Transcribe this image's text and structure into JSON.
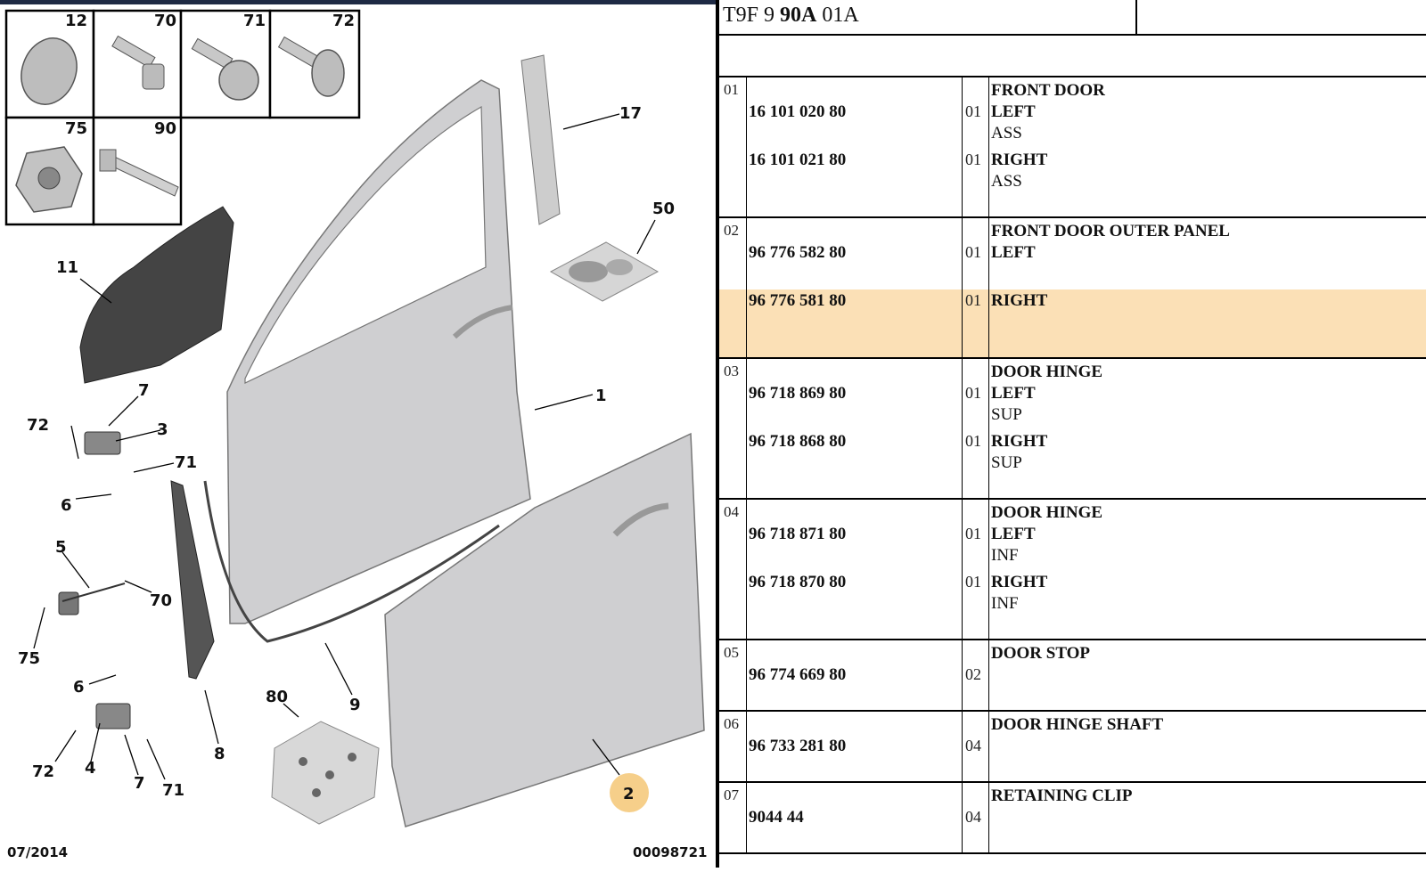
{
  "header": {
    "prefix": "T9F 9 ",
    "bold": "90A",
    "suffix": " 01A"
  },
  "diagram": {
    "date": "07/2014",
    "ref_number": "00098721",
    "callouts": [
      "12",
      "70",
      "71",
      "72",
      "75",
      "90",
      "11",
      "17",
      "50",
      "7",
      "72",
      "3",
      "71",
      "6",
      "1",
      "5",
      "70",
      "75",
      "6",
      "72",
      "4",
      "7",
      "71",
      "8",
      "80",
      "9",
      "2"
    ]
  },
  "rows": [
    {
      "ref": "01",
      "height": 158,
      "lines": [
        {
          "pn": "",
          "qty": "",
          "desc": "FRONT DOOR"
        },
        {
          "pn": "16 101 020 80",
          "qty": "01",
          "desc": "LEFT"
        },
        {
          "pn": "",
          "qty": "",
          "desc": "ASS"
        },
        {
          "pn": "16 101 021 80",
          "qty": "01",
          "desc": "RIGHT"
        },
        {
          "pn": "",
          "qty": "",
          "desc": "ASS"
        }
      ]
    },
    {
      "ref": "02",
      "height": 158,
      "highlight": true,
      "lines": [
        {
          "pn": "",
          "qty": "",
          "desc": "FRONT DOOR OUTER PANEL"
        },
        {
          "pn": "96 776 582 80",
          "qty": "01",
          "desc": "LEFT"
        },
        {
          "pn": "",
          "qty": "",
          "desc": ""
        },
        {
          "pn": "96 776 581 80",
          "qty": "01",
          "desc": "RIGHT"
        }
      ]
    },
    {
      "ref": "03",
      "height": 158,
      "lines": [
        {
          "pn": "",
          "qty": "",
          "desc": "DOOR HINGE"
        },
        {
          "pn": "96 718 869 80",
          "qty": "01",
          "desc": "LEFT"
        },
        {
          "pn": "",
          "qty": "",
          "desc": "SUP"
        },
        {
          "pn": "96 718 868 80",
          "qty": "01",
          "desc": "RIGHT"
        },
        {
          "pn": "",
          "qty": "",
          "desc": "SUP"
        }
      ]
    },
    {
      "ref": "04",
      "height": 158,
      "lines": [
        {
          "pn": "",
          "qty": "",
          "desc": "DOOR HINGE"
        },
        {
          "pn": "96 718 871 80",
          "qty": "01",
          "desc": "LEFT"
        },
        {
          "pn": "",
          "qty": "",
          "desc": "INF"
        },
        {
          "pn": "96 718 870 80",
          "qty": "01",
          "desc": "RIGHT"
        },
        {
          "pn": "",
          "qty": "",
          "desc": "INF"
        }
      ]
    },
    {
      "ref": "05",
      "height": 80,
      "lines": [
        {
          "pn": "",
          "qty": "",
          "desc": "DOOR STOP"
        },
        {
          "pn": "96 774 669 80",
          "qty": "02",
          "desc": ""
        }
      ]
    },
    {
      "ref": "06",
      "height": 80,
      "lines": [
        {
          "pn": "",
          "qty": "",
          "desc": "DOOR HINGE SHAFT"
        },
        {
          "pn": "96 733 281 80",
          "qty": "04",
          "desc": ""
        }
      ]
    },
    {
      "ref": "07",
      "height": 80,
      "lines": [
        {
          "pn": "",
          "qty": "",
          "desc": "RETAINING CLIP"
        },
        {
          "pn": "9044 44",
          "qty": "04",
          "desc": ""
        }
      ]
    }
  ]
}
